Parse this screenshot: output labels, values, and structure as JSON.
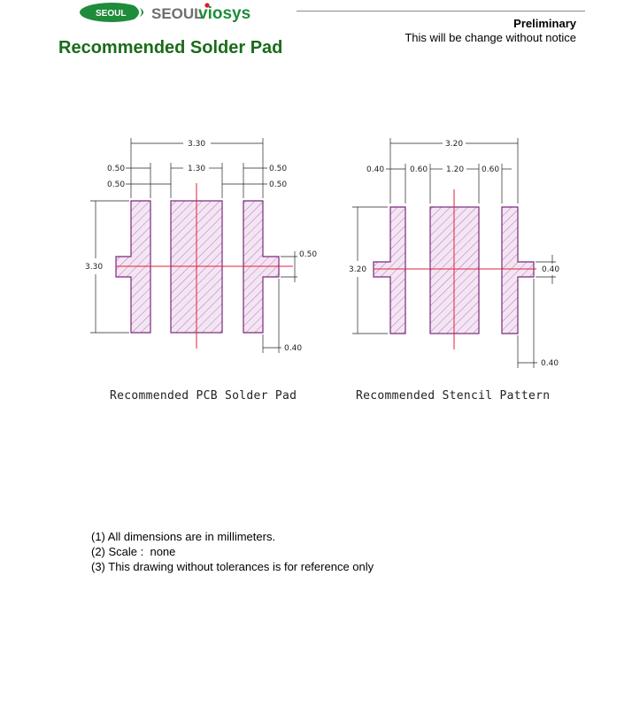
{
  "header": {
    "logo_left_text": "SEOUL",
    "logo_right_prefix": "SEOUL",
    "logo_right_suffix": "viosys",
    "status": "Preliminary",
    "notice": "This will be change without notice"
  },
  "title": "Recommended Solder Pad",
  "pcb": {
    "caption": "Recommended PCB Solder Pad",
    "dims": {
      "overall_width": "3.30",
      "left_pad_top": "0.50",
      "left_gap": "0.50",
      "center_pad": "1.30",
      "right_pad_top": "0.50",
      "right_gap": "0.50",
      "height": "3.30",
      "tab_height": "0.50",
      "tab_width": "0.40"
    }
  },
  "stencil": {
    "caption": "Recommended Stencil Pattern",
    "dims": {
      "overall_width": "3.20",
      "left_pad": "0.40",
      "left_gap": "0.60",
      "center_pad": "1.20",
      "right_gap": "0.60",
      "height": "3.20",
      "tab_height": "0.40",
      "tab_width": "0.40"
    }
  },
  "notes": [
    "(1) All dimensions are in millimeters.",
    "(2) Scale :  none",
    "(3) This drawing without tolerances is for reference only"
  ],
  "colors": {
    "title_green": "#1a6b1a",
    "logo_green": "#1e8c3a",
    "pad_outline": "#7a2a7a",
    "hatch": "#c070c0",
    "center_line": "#e0203a",
    "logo_red": "#d32020"
  }
}
